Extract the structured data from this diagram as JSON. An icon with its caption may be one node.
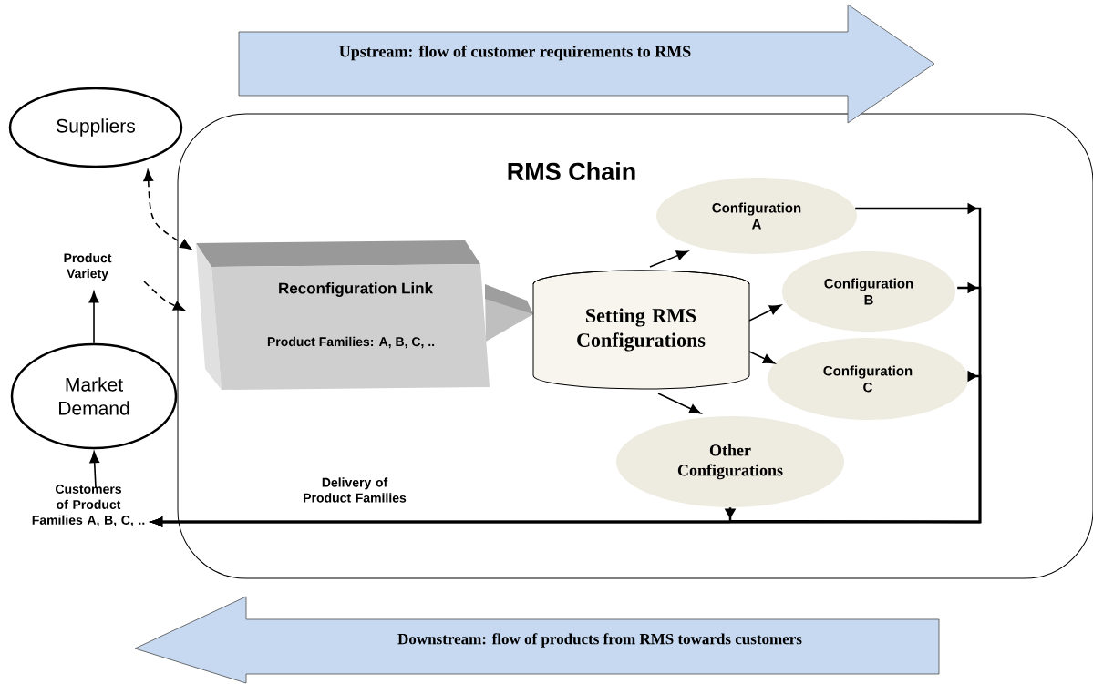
{
  "diagram": {
    "nodes": [
      {
        "text": [
          "RMS Chain"
        ]
      },
      {
        "text": [
          "Upstream: flow of customer requirements to RMS"
        ]
      },
      {
        "text": [
          "Downstream: flow of products from RMS towards customers"
        ]
      },
      {
        "text": [
          "Suppliers"
        ]
      },
      {
        "text": [
          "Product Variety"
        ]
      },
      {
        "text": [
          "Market Demand"
        ]
      },
      {
        "text": [
          "Customers of Product Families A, B, C, .."
        ]
      },
      {
        "text": [
          "Reconfiguration Link",
          "Product Families: A, B, C, .."
        ],
        "in": 0
      },
      {
        "text": [
          "Setting RMS Configurations"
        ],
        "in": 0
      },
      {
        "text": [
          "Configuration A"
        ],
        "in": 0
      },
      {
        "text": [
          "Configuration B"
        ],
        "in": 0
      },
      {
        "text": [
          "Configuration C"
        ],
        "in": 0
      },
      {
        "text": [
          "Other Configurations"
        ],
        "in": 0
      }
    ],
    "edges": [
      {
        "from": 3,
        "to": 7,
        "arrow": "both",
        "style": "dashed"
      },
      {
        "from": 4,
        "to": 7,
        "arrow": "to",
        "style": "dashed"
      },
      {
        "from": 5,
        "to": 4,
        "arrow": "to"
      },
      {
        "from": 6,
        "to": 5,
        "arrow": "to"
      },
      {
        "from": 8,
        "to": 9,
        "arrow": "to"
      },
      {
        "from": 8,
        "to": 10,
        "arrow": "to"
      },
      {
        "from": 8,
        "to": 11,
        "arrow": "to"
      },
      {
        "from": 8,
        "to": 12,
        "arrow": "to"
      },
      {
        "from": 9,
        "to": 6,
        "arrow": "to"
      },
      {
        "from": 10,
        "to": 6,
        "arrow": "to"
      },
      {
        "from": 11,
        "to": 6,
        "arrow": "to"
      },
      {
        "from": 12,
        "to": 6,
        "arrow": "to"
      }
    ],
    "labels": [
      "Delivery of Product Families"
    ]
  }
}
